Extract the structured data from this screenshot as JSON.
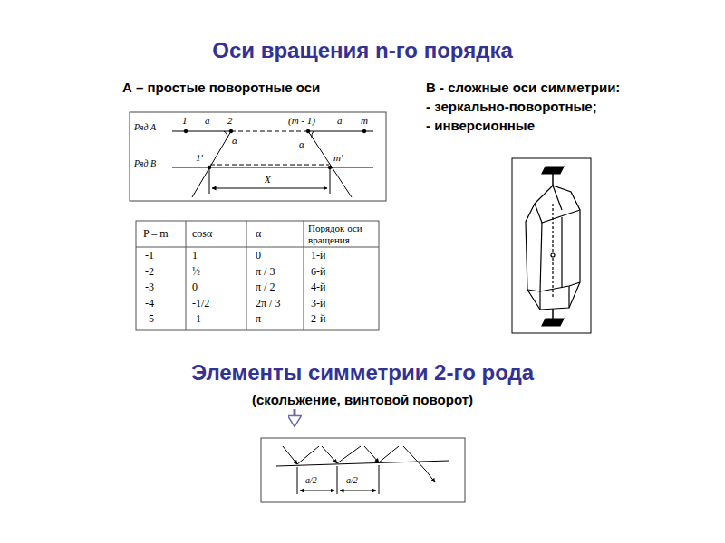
{
  "diagram": {
    "title": "Оси вращения n-го порядка",
    "labels": [
      "А – простые поворотные оси",
      "В - сложные оси симметрии:",
      "- зеркально-поворотные;",
      "- инверсионные",
      "1",
      "a",
      "2",
      "(m - 1)",
      "a",
      "m",
      "Ряд А",
      "α",
      "α",
      "Ряд В",
      "1'",
      "m'",
      "X",
      "P – m",
      "cosα",
      "α",
      "Порядок оси вращения",
      "-1",
      "1",
      "0",
      "1-й",
      "-2",
      "½",
      "π / 3",
      "6-й",
      "-3",
      "0",
      "π / 2",
      "4-й",
      "-4",
      "-1/2",
      "2π / 3",
      "3-й",
      "-5",
      "-1",
      "π",
      "2-й",
      "Элементы симметрии 2-го рода",
      "(скольжение, винтовой поворот)",
      "a/2",
      "a/2"
    ]
  }
}
